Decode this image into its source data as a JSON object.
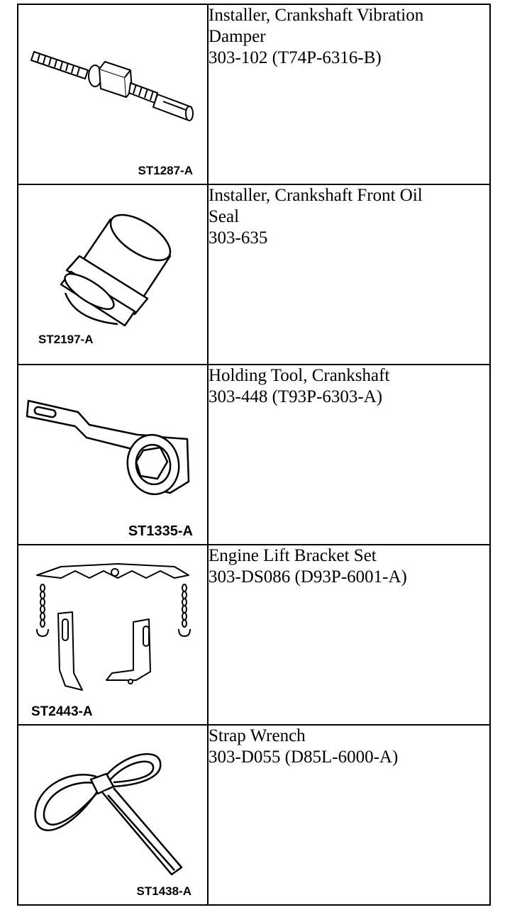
{
  "tools": [
    {
      "figure_label": "ST1287-A",
      "icon": "vibration-damper-installer-illustration",
      "lines": [
        "Installer, Crankshaft Vibration",
        "Damper",
        "303-102 (T74P-6316-B)"
      ]
    },
    {
      "figure_label": "ST2197-A",
      "icon": "front-oil-seal-installer-illustration",
      "lines": [
        "Installer, Crankshaft Front Oil",
        "Seal",
        "303-635"
      ]
    },
    {
      "figure_label": "ST1335-A",
      "icon": "crankshaft-holding-tool-illustration",
      "lines": [
        "Holding Tool, Crankshaft",
        "303-448 (T93P-6303-A)"
      ]
    },
    {
      "figure_label": "ST2443-A",
      "icon": "engine-lift-bracket-set-illustration",
      "lines": [
        "Engine Lift Bracket Set",
        "303-DS086 (D93P-6001-A)"
      ]
    },
    {
      "figure_label": "ST1438-A",
      "icon": "strap-wrench-illustration",
      "lines": [
        "Strap Wrench",
        "303-D055 (D85L-6000-A)"
      ]
    }
  ]
}
